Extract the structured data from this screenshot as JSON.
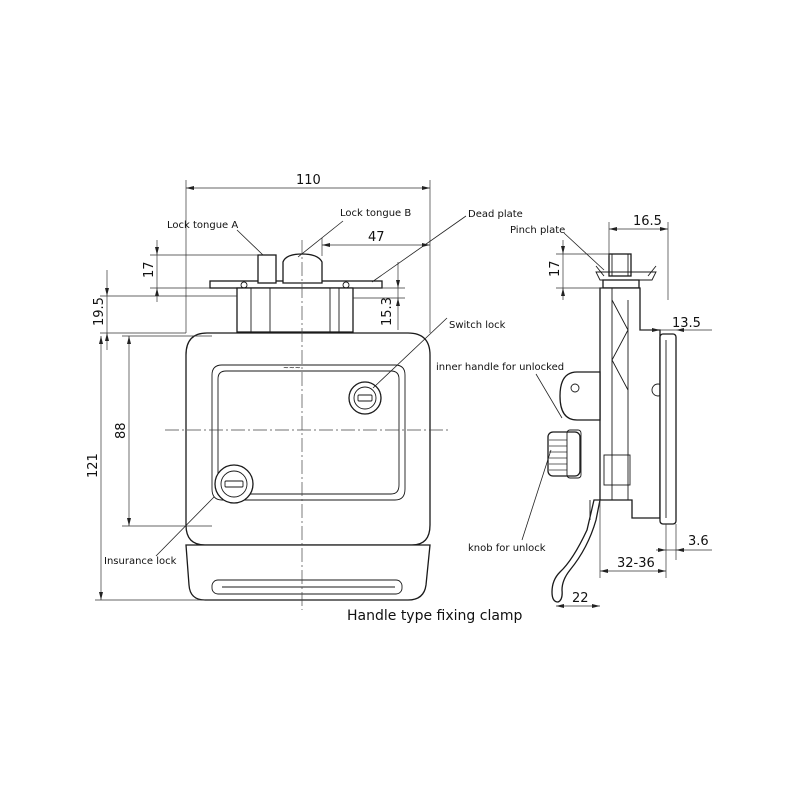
{
  "labels": {
    "lock_tongue_a": "Lock tongue A",
    "lock_tongue_b": "Lock tongue B",
    "dead_plate": "Dead plate",
    "pinch_plate": "Pinch plate",
    "switch_lock": "Switch lock",
    "inner_handle": "inner handle for unlocked",
    "insurance_lock": "Insurance lock",
    "knob_unlock": "knob for unlock",
    "caption": "Handle type fixing clamp"
  },
  "dimensions": {
    "overall_width": "110",
    "dead_plate_width": "47",
    "tongue_height": "17",
    "plate_offset": "19.5",
    "tongue_b_height": "15.3",
    "handle_height": "88",
    "overall_height": "121",
    "side_pinch_width": "16.5",
    "side_tongue_height": "17",
    "side_flange": "13.5",
    "side_thickness": "3.6",
    "side_clamp_range": "32-36",
    "side_handle": "22"
  }
}
